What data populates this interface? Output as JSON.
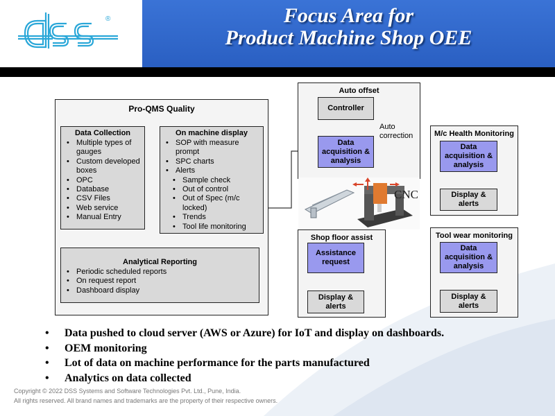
{
  "header": {
    "title_line1": "Focus Area for",
    "title_line2": "Product Machine Shop OEE"
  },
  "logo": {
    "text": "dss",
    "registered": "®"
  },
  "proqms": {
    "title": "Pro-QMS Quality",
    "data_collection": {
      "title": "Data Collection",
      "items": [
        "Multiple types of gauges",
        "Custom developed boxes",
        "OPC",
        "Database",
        "CSV Files",
        "Web service",
        "Manual Entry"
      ]
    },
    "on_machine": {
      "title": "On machine display",
      "items": [
        "SOP with measure prompt",
        "SPC charts",
        "Alerts"
      ],
      "subitems": [
        "Sample check",
        "Out of control",
        "Out of Spec (m/c locked)",
        "Trends",
        "Tool life monitoring"
      ]
    },
    "analytical": {
      "title": "Analytical Reporting",
      "items": [
        "Periodic scheduled reports",
        "On request report",
        "Dashboard display"
      ]
    }
  },
  "auto_offset": {
    "title": "Auto offset",
    "controller": "Controller",
    "auto_correction": "Auto correction",
    "daq": "Data acquisition & analysis"
  },
  "cnc_label": "CNC",
  "shop_floor": {
    "title": "Shop floor assist",
    "assist": "Assistance request",
    "display": "Display & alerts"
  },
  "mc_health": {
    "title": "M/c Health Monitoring",
    "daq": "Data acquisition & analysis",
    "display": "Display & alerts"
  },
  "tool_wear": {
    "title": "Tool wear monitoring",
    "daq": "Data acquisition & analysis",
    "display": "Display & alerts"
  },
  "bullets": [
    "Data pushed to cloud server (AWS or Azure) for IoT and display on dashboards.",
    "OEM monitoring",
    "Lot of data on machine performance for the parts manufactured",
    "Analytics on data collected"
  ],
  "footer": {
    "line1": "Copyright © 2022 DSS Systems and Software Technologies Pvt. Ltd., Pune, India.",
    "line2": "All rights reserved. All brand names and trademarks are the property of their respective owners."
  },
  "colors": {
    "header_blue": "#2a5fc2",
    "box_blue": "#9999ee",
    "box_grey": "#d9d9d9",
    "logo_blue": "#2aa7d8"
  }
}
